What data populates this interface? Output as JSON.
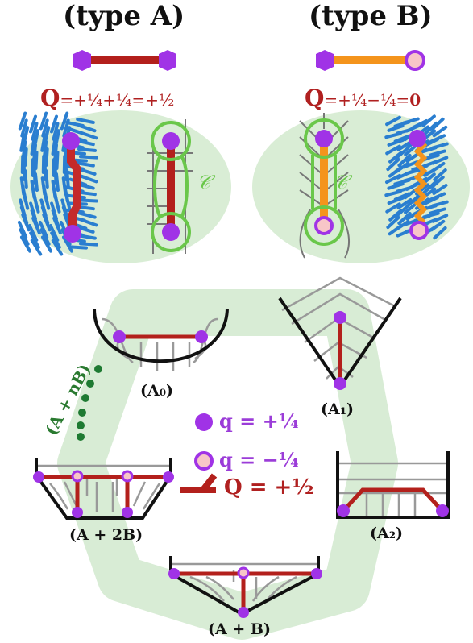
{
  "titles": {
    "type_a": "(type A)",
    "type_b": "(type B)"
  },
  "formula_a": {
    "symbol": "Q",
    "expression": "=+¼+¼=+½"
  },
  "formula_b": {
    "symbol": "Q",
    "expression": "=+¼−¼=",
    "result": "0"
  },
  "curve_label": "𝒞",
  "states": {
    "a0": "(A₀)",
    "a1": "(A₁)",
    "a2": "(A₂)",
    "a_plus_b": "(A + B)",
    "a_plus_2b": "(A + 2B)",
    "a_plus_nb": "(A + nB)"
  },
  "legend": {
    "q_positive": "q = +¼",
    "q_negative": "q = −¼",
    "q_total": "Q = +½"
  },
  "colors": {
    "positive_defect": "#a033e6",
    "negative_defect_fill": "#f8c6c8",
    "type_a_bar": "#b3201c",
    "type_b_bar": "#f4941c",
    "soliton_curve": "#6ac74a",
    "nematic_rods": "#2a7ed0",
    "background_blob": "#d8ecd4",
    "dots": "#1e7a32"
  }
}
